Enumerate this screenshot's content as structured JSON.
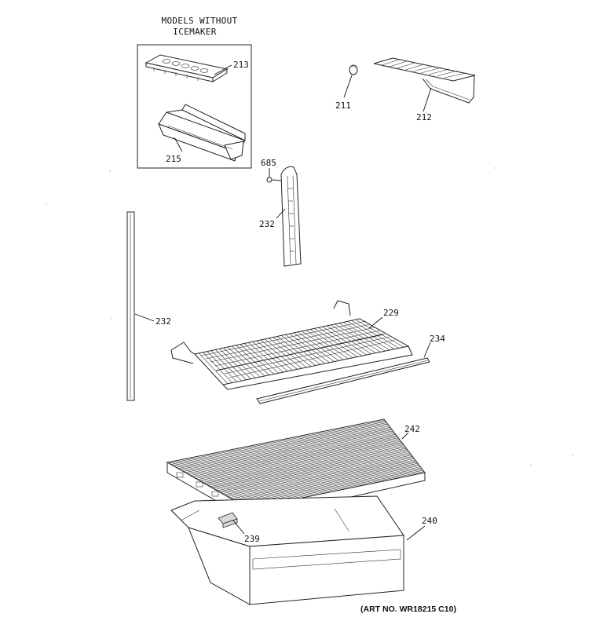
{
  "inset": {
    "title_line1": "MODELS WITHOUT",
    "title_line2": "ICEMAKER"
  },
  "callouts": {
    "p213": "213",
    "p215": "215",
    "p211": "211",
    "p212": "212",
    "p685": "685",
    "p232_right": "232",
    "p232_left": "232",
    "p229": "229",
    "p234": "234",
    "p242": "242",
    "p240": "240",
    "p239": "239"
  },
  "art_number": "(ART NO. WR18215 C10)"
}
